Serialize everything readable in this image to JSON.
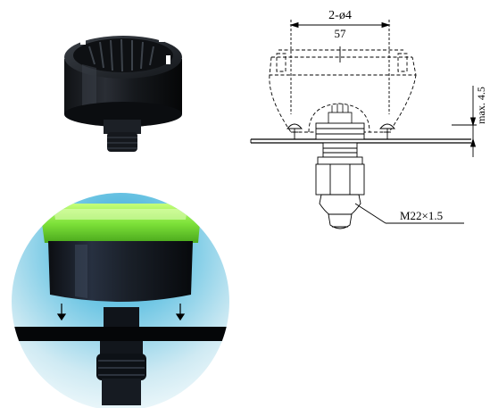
{
  "drawing": {
    "hole_spacing_label": "2-ø4",
    "pitch_label": "57",
    "max_height_label": "max. 4.5",
    "thread_label": "M22×1.5"
  },
  "colors": {
    "body_dark": "#1a1d22",
    "lens_green": "#8cf03a",
    "circle_bg_top": "#3fb0d8",
    "circle_bg_bottom": "#e3f3f8",
    "line": "#000000"
  }
}
